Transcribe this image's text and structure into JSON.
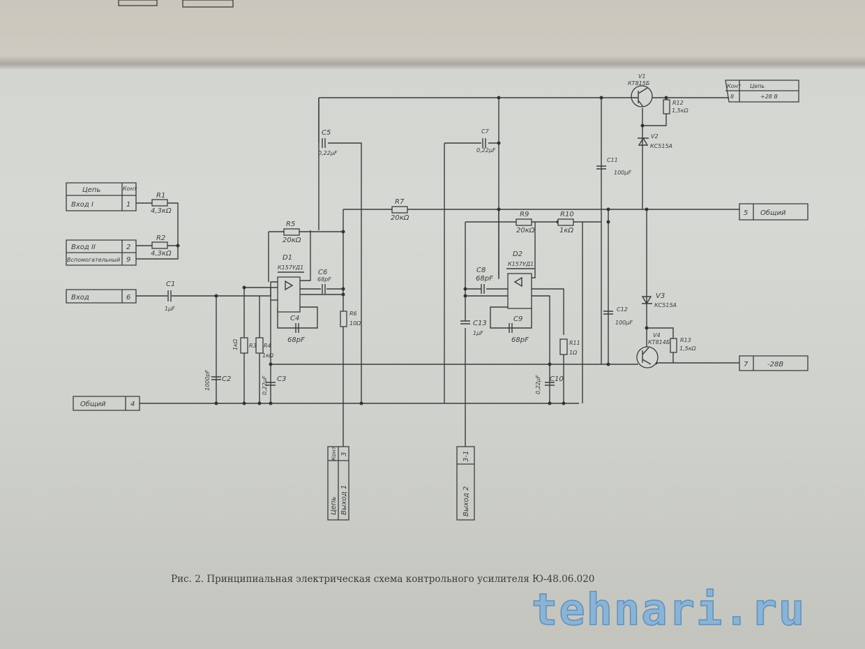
{
  "caption": "Рис. 2. Принципиальная электрическая схема контрольного усилителя Ю-48.06.020",
  "watermark": "tehnari.ru",
  "table_header": {
    "circuit": "Цепь",
    "contact": "Конт"
  },
  "connectors": {
    "in1": {
      "label": "Вход I",
      "pin": "1"
    },
    "in2": {
      "label": "Вход II",
      "pin": "2"
    },
    "aux": {
      "label": "Вспомогательный",
      "pin": "9"
    },
    "in": {
      "label": "Вход",
      "pin": "6"
    },
    "common_left": {
      "label": "Общий",
      "pin": "4"
    },
    "out1": {
      "label": "Выход 1",
      "pin": "3"
    },
    "out2": {
      "label": "Выход 2",
      "pin": "3-1"
    },
    "plus28": {
      "label": "+28 В",
      "pin": "8"
    },
    "common_right": {
      "label": "Общий",
      "pin": "5"
    },
    "minus28": {
      "label": "-28В",
      "pin": "7"
    }
  },
  "components": {
    "R1": {
      "ref": "R1",
      "value": "4,3кΩ"
    },
    "R2": {
      "ref": "R2",
      "value": "4,3кΩ"
    },
    "R3": {
      "ref": "R3",
      "value": "1кΩ"
    },
    "R4": {
      "ref": "R4",
      "value": "1кΩ"
    },
    "R5": {
      "ref": "R5",
      "value": "20кΩ"
    },
    "R6": {
      "ref": "R6",
      "value": "10Ω"
    },
    "R7": {
      "ref": "R7",
      "value": "20кΩ"
    },
    "R9": {
      "ref": "R9",
      "value": "20кΩ"
    },
    "R10": {
      "ref": "R10",
      "value": "1кΩ"
    },
    "R11": {
      "ref": "R11",
      "value": "1Ω"
    },
    "R12": {
      "ref": "R12",
      "value": "1,5кΩ"
    },
    "R13": {
      "ref": "R13",
      "value": "1,5кΩ"
    },
    "C1": {
      "ref": "C1",
      "value": "1μF"
    },
    "C2": {
      "ref": "C2",
      "value": "1000pF"
    },
    "C3": {
      "ref": "C3",
      "value": "0,22μF"
    },
    "C4": {
      "ref": "C4",
      "value": "68pF"
    },
    "C5": {
      "ref": "C5",
      "value": "0,22μF"
    },
    "C6": {
      "ref": "C6",
      "value": "68pF"
    },
    "C7": {
      "ref": "C7",
      "value": "0,22μF"
    },
    "C8": {
      "ref": "C8",
      "value": "68pF"
    },
    "C9": {
      "ref": "C9",
      "value": "68pF"
    },
    "C10": {
      "ref": "C10",
      "value": "0,22μF"
    },
    "C11": {
      "ref": "C11",
      "value": "100μF"
    },
    "C12": {
      "ref": "C12",
      "value": "100μF"
    },
    "C13": {
      "ref": "C13",
      "value": "1μF"
    },
    "D1": {
      "ref": "D1",
      "value": "К157УД1"
    },
    "D2": {
      "ref": "D2",
      "value": "К157УД1"
    },
    "V1": {
      "ref": "V1",
      "value": "КТ815Б"
    },
    "V2": {
      "ref": "V2",
      "value": "КС515А"
    },
    "V3": {
      "ref": "V3",
      "value": "КС515А"
    },
    "V4": {
      "ref": "V4",
      "value": "КТ814Б"
    }
  }
}
